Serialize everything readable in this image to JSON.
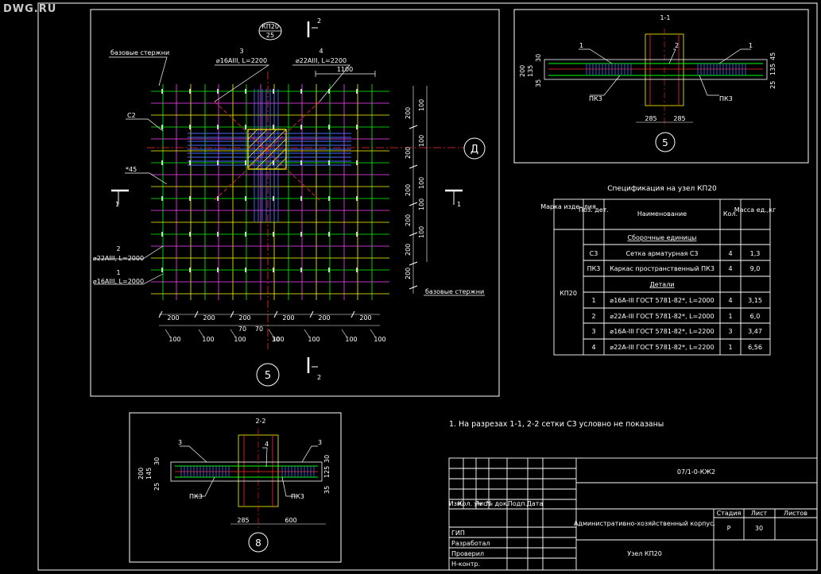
{
  "watermark": "DWG.RU",
  "plan": {
    "mark_code": "КП20",
    "mark_sheet": "25",
    "section_2_label": "2",
    "base_bars_top": "базовые стержни",
    "base_bars_bottom": "базовые стержни",
    "c2": "С2",
    "chamfer": "*45",
    "bar3_num": "3",
    "bar3_spec": "⌀16AIII, L=2200",
    "bar4_num": "4",
    "bar4_spec": "⌀22AIII, L=2200",
    "bar2_num": "2",
    "bar2_spec": "⌀22AIII, L=2000",
    "bar1_num": "1",
    "bar1_spec": "⌀16AIII, L=2000",
    "dim_top": "1100",
    "right_dims_200": [
      "200",
      "200",
      "200",
      "200",
      "200",
      "200"
    ],
    "right_dims_100": [
      "100",
      "100",
      "100",
      "100",
      "100"
    ],
    "bottom_dims_200": [
      "200",
      "200",
      "200",
      "200",
      "200",
      "200"
    ],
    "bottom_dims_100": [
      "100",
      "100",
      "100",
      "100",
      "100",
      "100",
      "100"
    ],
    "bottom_small": [
      "70",
      "70",
      "30"
    ],
    "section_1_label": "1",
    "axis_d": "Д",
    "axis_5": "5"
  },
  "section11": {
    "title": "1-1",
    "labels": [
      "1",
      "2",
      "1"
    ],
    "pk3_left": "ПК3",
    "pk3_right": "ПК3",
    "dims_left": [
      "200",
      "135",
      "35",
      "30"
    ],
    "dims_right": [
      "45",
      "135",
      "25"
    ],
    "dim_b1": "285",
    "dim_b2": "285",
    "axis": "5"
  },
  "section22": {
    "title": "2-2",
    "labels": [
      "3",
      "4",
      "3"
    ],
    "pk3_left": "ПК3",
    "pk3_right": "ПК3",
    "dims_left": [
      "200",
      "145",
      "25",
      "30"
    ],
    "dims_right": [
      "30",
      "125",
      "35"
    ],
    "dim_b1": "285",
    "dim_b2": "600",
    "axis": "8"
  },
  "spec": {
    "title": "Спецификация на узел КП20",
    "headers": [
      "Марка изде- лия",
      "Поз. дет.",
      "Наименование",
      "Кол.",
      "Масса ед.,кг"
    ],
    "mark": "КП20",
    "group1": "Сборочные единицы",
    "rows1": [
      {
        "pos": "С3",
        "name": "Сетка арматурная С3",
        "qty": "4",
        "mass": "1,3"
      },
      {
        "pos": "ПК3",
        "name": "Каркас пространственный ПК3",
        "qty": "4",
        "mass": "9,0"
      }
    ],
    "group2": "Детали",
    "rows2": [
      {
        "pos": "1",
        "name": "⌀16А-III ГОСТ 5781-82*, L=2000",
        "qty": "4",
        "mass": "3,15"
      },
      {
        "pos": "2",
        "name": "⌀22А-III ГОСТ 5781-82*, L=2000",
        "qty": "1",
        "mass": "6,0"
      },
      {
        "pos": "3",
        "name": "⌀16А-III ГОСТ 5781-82*, L=2200",
        "qty": "3",
        "mass": "3,47"
      },
      {
        "pos": "4",
        "name": "⌀22А-III ГОСТ 5781-82*, L=2200",
        "qty": "1",
        "mass": "6,56"
      }
    ]
  },
  "note": "1. На разрезах 1-1, 2-2 сетки С3 условно не показаны",
  "titleblock": {
    "code": "07/1-0-КЖ2",
    "cols": [
      "Изм.",
      "Кол. уч",
      "Лист",
      "№ док.",
      "Подп.",
      "Дата"
    ],
    "roles": [
      "ГИП",
      "Разработал",
      "Проверил",
      "Н-контр."
    ],
    "object": "Административно-хозяйственный корпус.",
    "sheet_title": "Узел КП20",
    "stage_h": "Стадия",
    "sheet_h": "Лист",
    "sheets_h": "Листов",
    "stage": "Р",
    "sheet": "30"
  }
}
